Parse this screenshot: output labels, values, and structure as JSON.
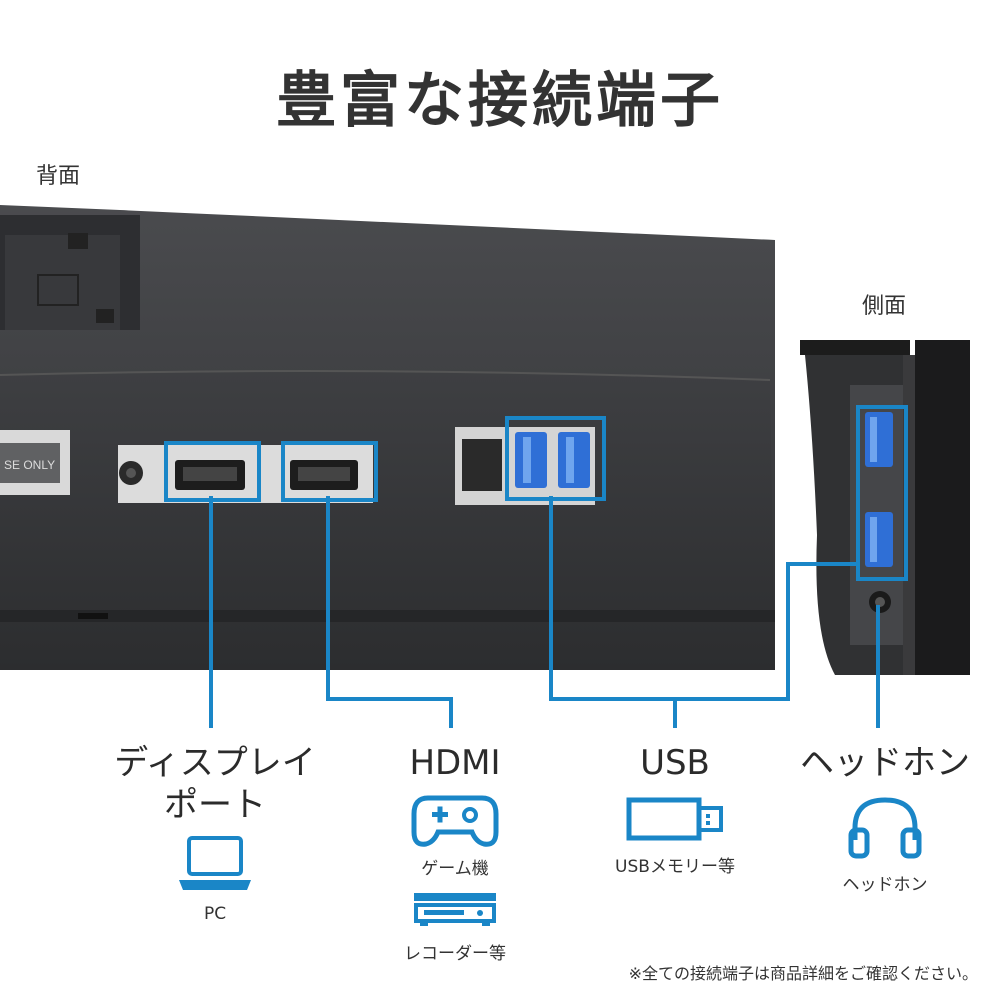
{
  "title": "豊富な接続端子",
  "back_label": "背面",
  "side_label": "側面",
  "panel_sticker": "SE ONLY",
  "categories": [
    {
      "title_line1": "ディスプレイ",
      "title_line2": "ポート",
      "icon": "laptop-icon",
      "sub": "PC"
    },
    {
      "title": "HDMI",
      "items": [
        {
          "icon": "gamepad-icon",
          "label": "ゲーム機"
        },
        {
          "icon": "recorder-icon",
          "label": "レコーダー等"
        }
      ]
    },
    {
      "title": "USB",
      "icon": "usb-drive-icon",
      "sub": "USBメモリー等"
    },
    {
      "title": "ヘッドホン",
      "icon": "headphones-icon",
      "sub": "ヘッドホン"
    }
  ],
  "footnote": "※全ての接続端子は商品詳細をご確認ください。",
  "colors": {
    "accent": "#1a86c7",
    "monitor_body": "#3f4043",
    "usb_blue": "#2f6fd6"
  }
}
